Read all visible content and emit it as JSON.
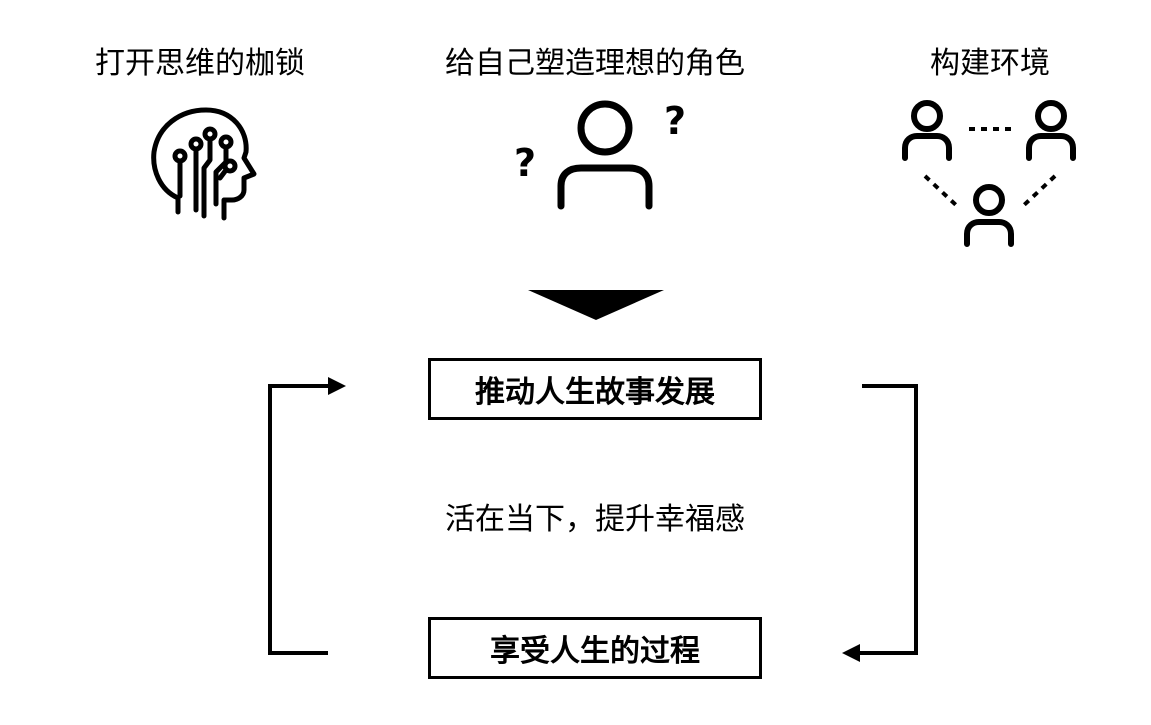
{
  "headings": {
    "mind": "打开思维的枷锁",
    "role": "给自己塑造理想的角色",
    "environment": "构建环境"
  },
  "flow": {
    "top_box": "推动人生故事发展",
    "middle": "活在当下，提升幸福感",
    "bottom_box": "享受人生的过程"
  },
  "role_icon": {
    "mark_left": "?",
    "mark_right": "?"
  },
  "icons": [
    "head-circuit-icon",
    "person-question-icon",
    "people-network-icon",
    "down-triangle-icon"
  ],
  "colors": {
    "stroke": "#000000",
    "background": "#ffffff"
  }
}
